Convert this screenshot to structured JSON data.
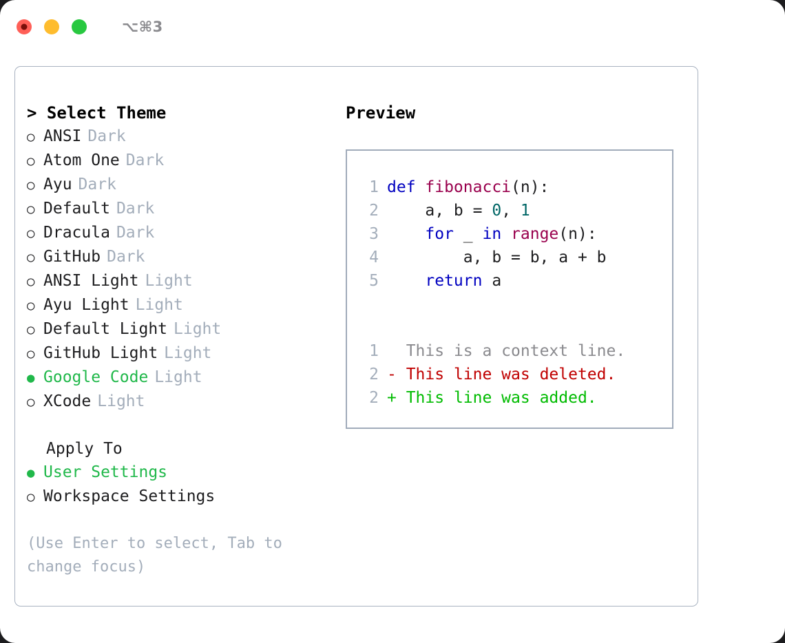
{
  "window": {
    "shortcut_label": "⌥⌘3",
    "traffic_lights": [
      {
        "name": "close",
        "color": "#ff5f57"
      },
      {
        "name": "minimize",
        "color": "#febc2e"
      },
      {
        "name": "maximize",
        "color": "#28c840"
      }
    ]
  },
  "theme_section": {
    "caret": ">",
    "title": "Select Theme",
    "options": [
      {
        "bullet": "○",
        "name": "ANSI",
        "kind": "Dark",
        "selected": false
      },
      {
        "bullet": "○",
        "name": "Atom One",
        "kind": "Dark",
        "selected": false
      },
      {
        "bullet": "○",
        "name": "Ayu",
        "kind": "Dark",
        "selected": false
      },
      {
        "bullet": "○",
        "name": "Default",
        "kind": "Dark",
        "selected": false
      },
      {
        "bullet": "○",
        "name": "Dracula",
        "kind": "Dark",
        "selected": false
      },
      {
        "bullet": "○",
        "name": "GitHub",
        "kind": "Dark",
        "selected": false
      },
      {
        "bullet": "○",
        "name": "ANSI Light",
        "kind": "Light",
        "selected": false
      },
      {
        "bullet": "○",
        "name": "Ayu Light",
        "kind": "Light",
        "selected": false
      },
      {
        "bullet": "○",
        "name": "Default Light",
        "kind": "Light",
        "selected": false
      },
      {
        "bullet": "○",
        "name": "GitHub Light",
        "kind": "Light",
        "selected": false
      },
      {
        "bullet": "●",
        "name": "Google Code",
        "kind": "Light",
        "selected": true
      },
      {
        "bullet": "○",
        "name": "XCode",
        "kind": "Light",
        "selected": false
      }
    ]
  },
  "apply_section": {
    "title": "Apply To",
    "options": [
      {
        "bullet": "●",
        "name": "User Settings",
        "selected": true
      },
      {
        "bullet": "○",
        "name": "Workspace Settings",
        "selected": false
      }
    ]
  },
  "hint": "(Use Enter to select, Tab to change focus)",
  "preview": {
    "title": "Preview",
    "code_lines": [
      {
        "lineno": "1",
        "tokens": [
          {
            "t": "def ",
            "c": "kw"
          },
          {
            "t": "fibonacci",
            "c": "fn"
          },
          {
            "t": "(n):",
            "c": "pl"
          }
        ]
      },
      {
        "lineno": "2",
        "tokens": [
          {
            "t": "    a, b = ",
            "c": "pl"
          },
          {
            "t": "0",
            "c": "num"
          },
          {
            "t": ", ",
            "c": "pl"
          },
          {
            "t": "1",
            "c": "num"
          }
        ]
      },
      {
        "lineno": "3",
        "tokens": [
          {
            "t": "    ",
            "c": "pl"
          },
          {
            "t": "for",
            "c": "kw"
          },
          {
            "t": " _ ",
            "c": "pl"
          },
          {
            "t": "in",
            "c": "kw"
          },
          {
            "t": " ",
            "c": "pl"
          },
          {
            "t": "range",
            "c": "fn"
          },
          {
            "t": "(n):",
            "c": "pl"
          }
        ]
      },
      {
        "lineno": "4",
        "tokens": [
          {
            "t": "        a, b = b, a + b",
            "c": "pl"
          }
        ]
      },
      {
        "lineno": "5",
        "tokens": [
          {
            "t": "    ",
            "c": "pl"
          },
          {
            "t": "return",
            "c": "kw"
          },
          {
            "t": " a",
            "c": "pl"
          }
        ]
      }
    ],
    "diff_lines": [
      {
        "lineno": "1",
        "marker": "  ",
        "text": "This is a context line.",
        "kind": "ctx"
      },
      {
        "lineno": "2",
        "marker": "- ",
        "text": "This line was deleted.",
        "kind": "del"
      },
      {
        "lineno": "2",
        "marker": "+ ",
        "text": "This line was added.",
        "kind": "add"
      }
    ]
  },
  "colors": {
    "accent_green": "#20b84a",
    "muted": "#a3adba",
    "border": "#a8b2c0",
    "keyword": "#0000c0",
    "function": "#99004d",
    "number": "#006666",
    "diff_delete": "#c00000",
    "diff_add": "#00bb00"
  }
}
